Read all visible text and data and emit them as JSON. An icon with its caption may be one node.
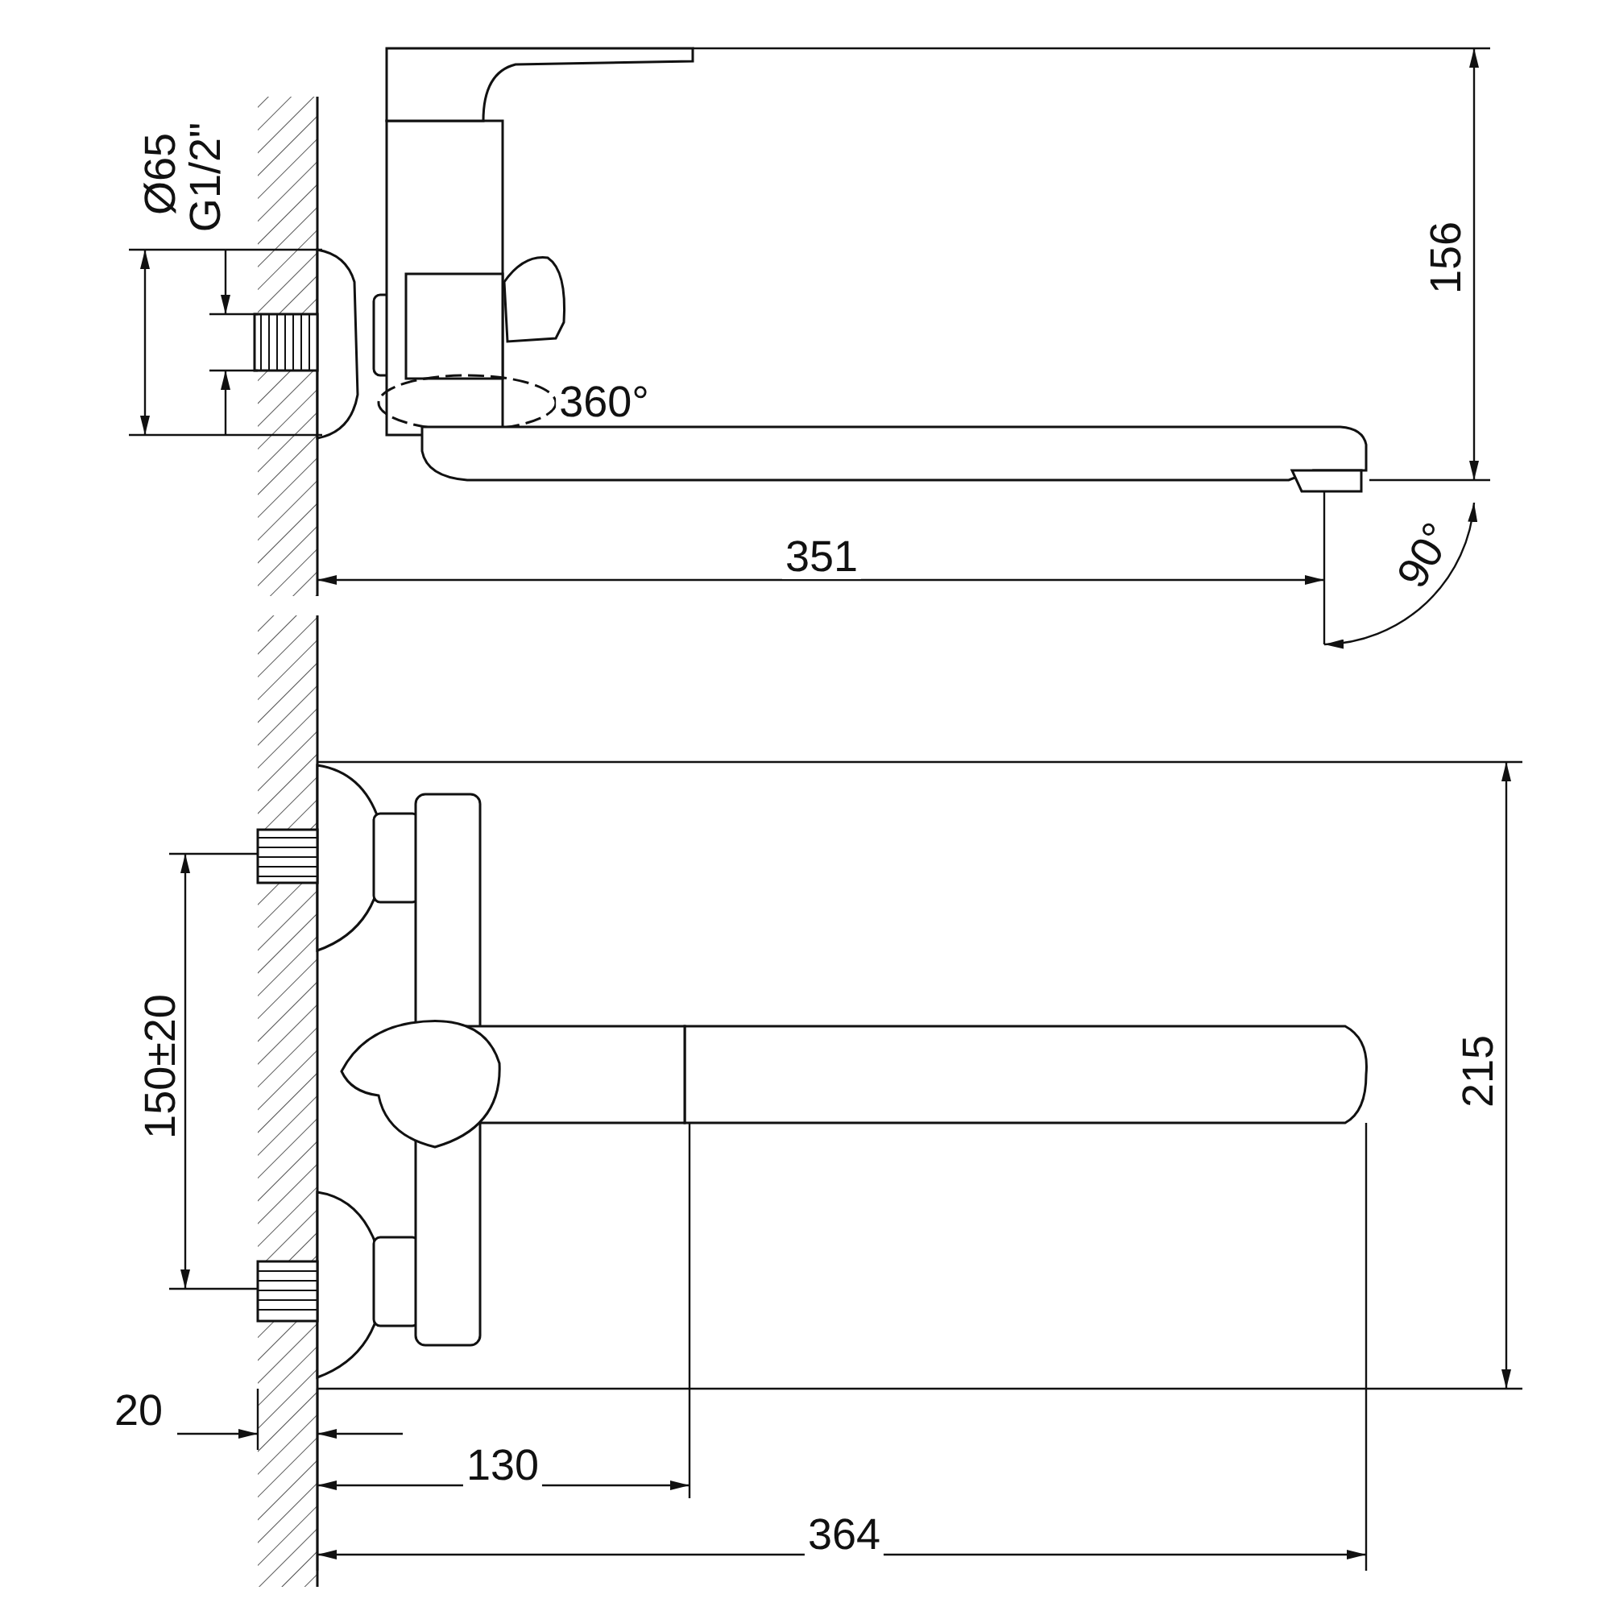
{
  "diagram": {
    "labels": [
      "Ø65",
      "G1/2\"",
      "156",
      "360°",
      "351",
      "90°",
      "150±20",
      "215",
      "20",
      "130",
      "364"
    ]
  }
}
